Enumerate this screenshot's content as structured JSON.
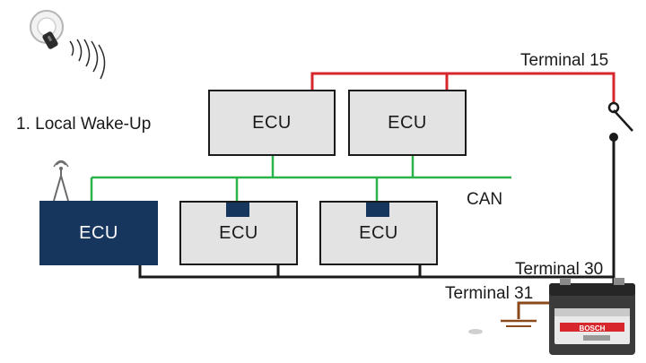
{
  "diagram": {
    "wakeup_label": "1. Local Wake-Up",
    "can_label": "CAN",
    "terminal_15": "Terminal 15",
    "terminal_30": "Terminal 30",
    "terminal_31": "Terminal 31",
    "ecus": [
      {
        "label": "ECU"
      },
      {
        "label": "ECU"
      },
      {
        "label": "ECU"
      },
      {
        "label": "ECU"
      },
      {
        "label": "ECU"
      }
    ],
    "battery_brand": "BOSCH",
    "colors": {
      "can_bus": "#2bb34a",
      "terminal_15_wire": "#d7262c",
      "ground_wire": "#1a1a1a",
      "terminal_31_wire": "#8b4a1c",
      "ecu_fill": "#e3e3e3",
      "ecu_active": "#17365d",
      "brand_red": "#d7262c"
    }
  }
}
